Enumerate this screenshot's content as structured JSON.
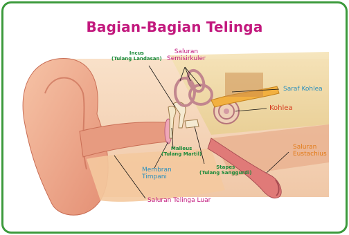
{
  "title": "Bagian-Bagian Telinga",
  "labels": {
    "incus": "Incus",
    "incus_sub": "(Tulang Landasan)",
    "semicircular": "Saluran",
    "semicircular_2": "Semisirkuler",
    "cochlear_nerve": "Saraf Kohlea",
    "cochlea": "Kohlea",
    "malleus": "Malleus",
    "malleus_sub": "(Tulang Martil)",
    "stapes": "Stapes",
    "stapes_sub": "(Tulang Sanggurdi)",
    "tympanic": "Membran",
    "tympanic_2": "Timpani",
    "eustachian": "Saluran",
    "eustachian_2": "Eustachius",
    "ear_canal": "Saluran Telinga Luar"
  },
  "colors": {
    "border": "#3c9a3c",
    "title": "#c2187d",
    "label_green": "#1b8a3a",
    "label_pink": "#c2187d",
    "label_blue": "#2a8fbd",
    "label_red": "#d63b1f",
    "label_orange": "#e27a16"
  }
}
